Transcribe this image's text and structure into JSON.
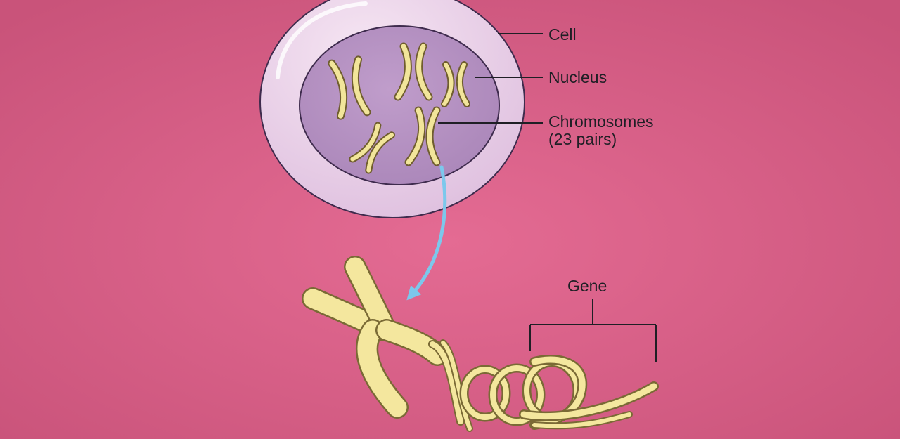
{
  "labels": {
    "cell": "Cell",
    "nucleus": "Nucleus",
    "chromosomes": "Chromosomes",
    "chromosomes_count": "(23 pairs)",
    "gene": "Gene"
  },
  "colors": {
    "background": "#d75f86",
    "cell_fill": "#ead0e9",
    "nucleus_fill": "#b78fc3",
    "chromosome_fill": "#f2e59a",
    "chromosome_outline": "#6f5d2e",
    "arrow": "#7cc8ec",
    "line": "#1f1f25"
  }
}
